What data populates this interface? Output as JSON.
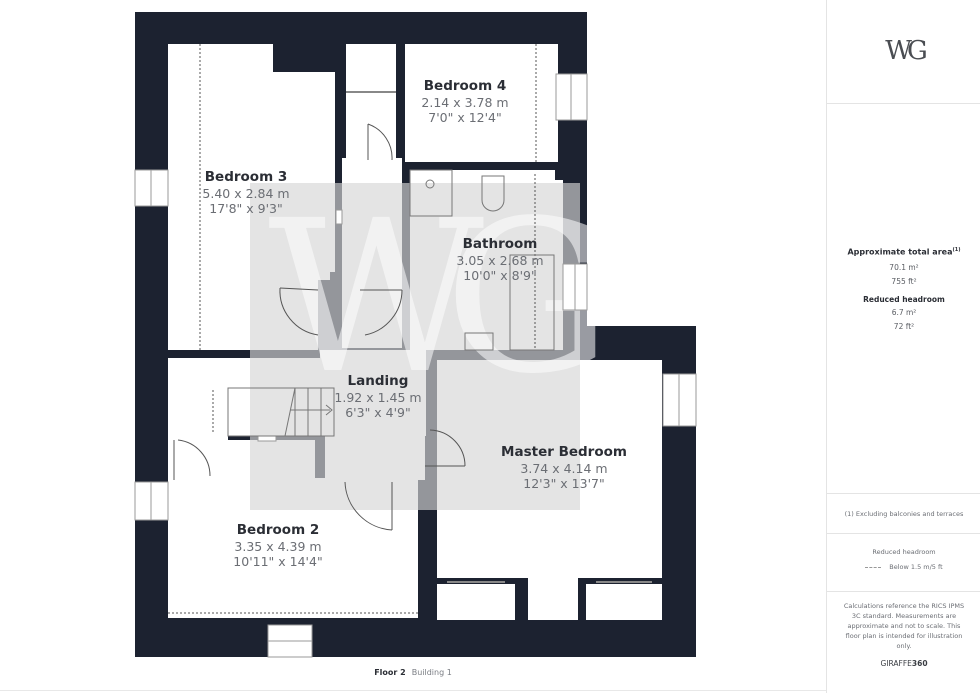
{
  "colors": {
    "wall": "#1c2230",
    "floor": "#ffffff",
    "watermark_panel": "#dcdcdc",
    "room_name": "#2b2e35",
    "room_dim": "#6b6e74"
  },
  "rooms": [
    {
      "name": "Bedroom 4",
      "metric": "2.14 x 3.78 m",
      "imperial": "7'0\" x 12'4\""
    },
    {
      "name": "Bedroom 3",
      "metric": "5.40 x 2.84 m",
      "imperial": "17'8\" x 9'3\""
    },
    {
      "name": "Bathroom",
      "metric": "3.05 x 2.68 m",
      "imperial": "10'0\" x 8'9\""
    },
    {
      "name": "Landing",
      "metric": "1.92 x 1.45 m",
      "imperial": "6'3\" x 4'9\""
    },
    {
      "name": "Master Bedroom",
      "metric": "3.74 x 4.14 m",
      "imperial": "12'3\" x 13'7\""
    },
    {
      "name": "Bedroom 2",
      "metric": "3.35 x 4.39 m",
      "imperial": "10'11\" x 14'4\""
    }
  ],
  "watermark": {
    "text": "WG"
  },
  "footer": {
    "floor": "Floor 2",
    "building": "Building 1"
  },
  "sidebar": {
    "logo": "WG",
    "area_title": "Approximate total area",
    "area_footnote_mark": "(1)",
    "area_m2": "70.1 m²",
    "area_ft2": "755 ft²",
    "reduced_title": "Reduced headroom",
    "reduced_m2": "6.7 m²",
    "reduced_ft2": "72 ft²",
    "footnote": "(1) Excluding balconies and terraces",
    "legend_title": "Reduced headroom",
    "legend_item": "Below 1.5 m/5 ft",
    "disclaimer": "Calculations reference the RICS IPMS 3C standard. Measurements are approximate and not to scale. This floor plan is intended for illustration only.",
    "brand_light": "GIRAFFE",
    "brand_bold": "360"
  }
}
